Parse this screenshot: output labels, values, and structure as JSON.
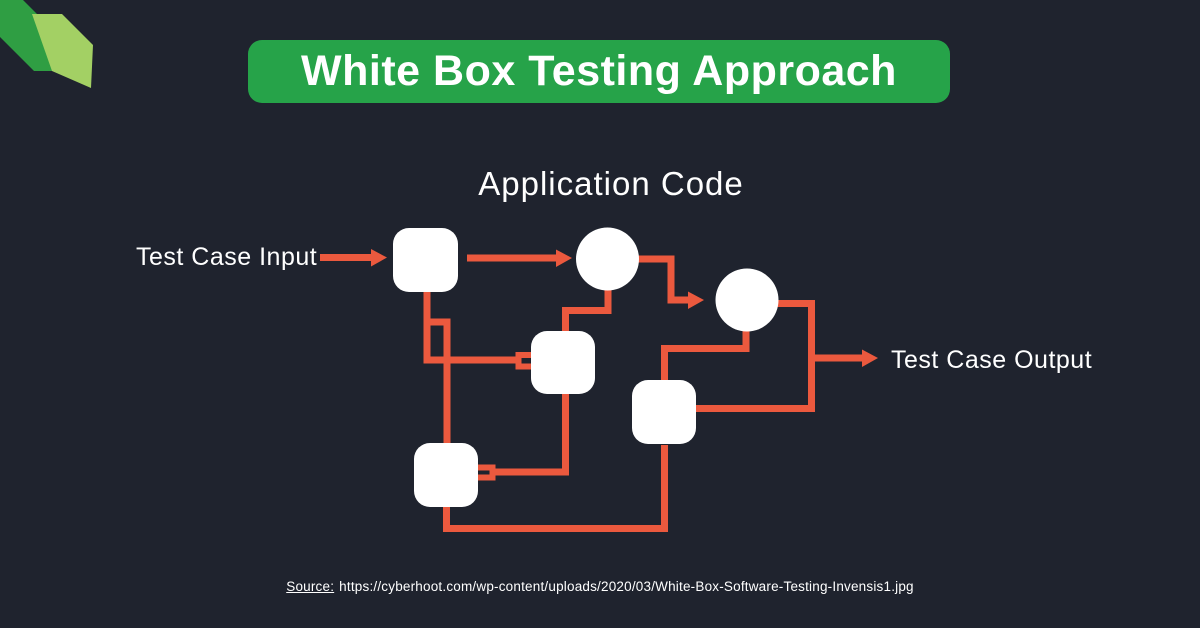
{
  "banner": {
    "title": "White Box Testing Approach"
  },
  "diagram": {
    "title": "Application Code",
    "input_label": "Test Case Input",
    "output_label": "Test Case Output",
    "nodes": [
      {
        "id": "square-1",
        "shape": "rounded-square"
      },
      {
        "id": "circle-1",
        "shape": "circle"
      },
      {
        "id": "circle-2",
        "shape": "circle"
      },
      {
        "id": "square-2",
        "shape": "rounded-square"
      },
      {
        "id": "square-3",
        "shape": "rounded-square"
      },
      {
        "id": "square-4",
        "shape": "rounded-square"
      }
    ]
  },
  "footer": {
    "source_label": "Source:",
    "source_url": "https://cyberhoot.com/wp-content/uploads/2020/03/White-Box-Software-Testing-Invensis1.jpg"
  },
  "colors": {
    "background": "#1F232E",
    "banner_green": "#26A349",
    "ribbon_dark_green": "#2F9E43",
    "ribbon_light_green": "#A3D064",
    "connector_orange": "#EB593E",
    "node_white": "#FFFFFF",
    "text_white": "#FFFFFF"
  }
}
